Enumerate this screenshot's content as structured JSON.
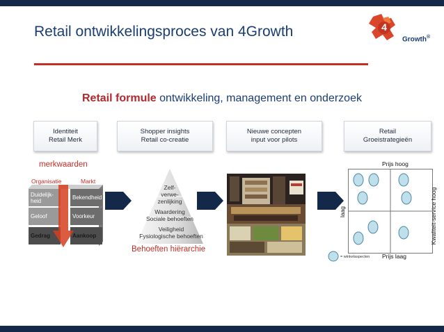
{
  "header": {
    "title": "Retail ontwikkelingsproces van 4Growth"
  },
  "logo": {
    "mark": "4",
    "brand": "Growth",
    "reg": "®"
  },
  "subtitle": {
    "bold": "Retail formule",
    "rest": " ontwikkeling, management en onderzoek"
  },
  "steps": [
    {
      "line1": "Identiteit",
      "line2": "Retail Merk"
    },
    {
      "line1": "Shopper insights",
      "line2": "Retail co-creatie"
    },
    {
      "line1": "Nieuwe concepten",
      "line2": "input voor pilots"
    },
    {
      "line1": "Retail",
      "line2": "Groeistrategieën"
    }
  ],
  "brand_model": {
    "title": "merkwaarden",
    "col_left": "Organisatie",
    "col_right": "Markt",
    "cells": [
      {
        "text": "Duidelijk-\nheid"
      },
      {
        "text": "Bekendheid"
      },
      {
        "text": "Geloof"
      },
      {
        "text": "Voorkeur"
      },
      {
        "text": "Gedrag"
      },
      {
        "text": "Aankoop"
      }
    ]
  },
  "pyramid": {
    "levels": [
      "Zelf-\nverwe-\nzenlijking",
      "Waardering\nSociale behoeften",
      "Veiligheid\nFysiologische behoeften"
    ],
    "caption": "Behoeften hiërarchie"
  },
  "matrix": {
    "top_label": "Prijs hoog",
    "bottom_label": "Prijs laag",
    "left_label": "laag",
    "right_label": "Kwaliteit-service hoog",
    "legend": "= winkelaspecten"
  },
  "colors": {
    "navy": "#1a3d74",
    "red": "#c62d26",
    "bar": "#14294a",
    "circle": "#bfe0ea"
  }
}
